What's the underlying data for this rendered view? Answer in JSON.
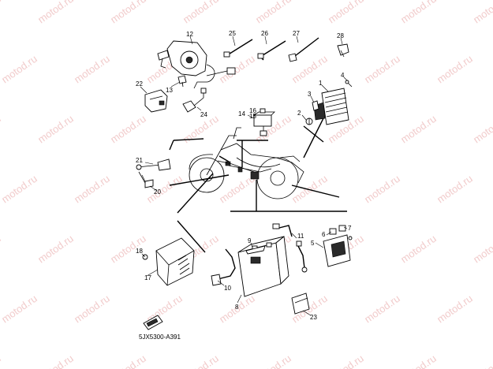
{
  "watermark": {
    "text": "motod.ru",
    "color": "#f0c6c6"
  },
  "diagram_code": "5JX5300-A391",
  "callouts": {
    "c1": "1",
    "c2": "2",
    "c3": "3",
    "c4": "4",
    "c5": "5",
    "c6": "6",
    "c7": "7",
    "c8": "8",
    "c9": "9",
    "c10": "10",
    "c11": "11",
    "c12": "12",
    "c13": "13",
    "c14": "14",
    "c15": "15",
    "c16": "16",
    "c17": "17",
    "c18": "18",
    "c20": "20",
    "c21": "21",
    "c22": "22",
    "c23": "23",
    "c24": "24",
    "c25": "25",
    "c26": "26",
    "c27": "27",
    "c28": "28"
  }
}
